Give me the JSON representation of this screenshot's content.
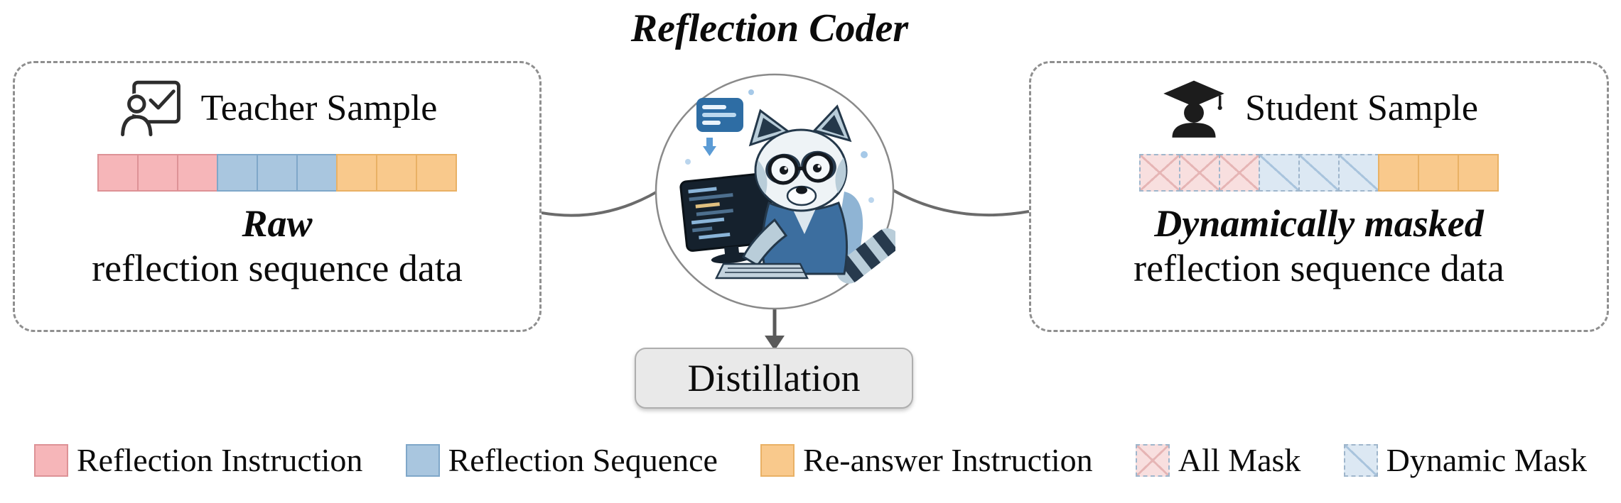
{
  "title": "Reflection Coder",
  "left_box": {
    "header": "Teacher Sample",
    "icon": "teacher-icon",
    "caption_bold": "Raw",
    "caption": "reflection sequence data",
    "sequence": [
      "reflection-instruction",
      "reflection-instruction",
      "reflection-instruction",
      "reflection-sequence",
      "reflection-sequence",
      "reflection-sequence",
      "re-answer-instruction",
      "re-answer-instruction",
      "re-answer-instruction"
    ]
  },
  "right_box": {
    "header": "Student Sample",
    "icon": "graduate-icon",
    "caption_bold": "Dynamically masked",
    "caption": "reflection sequence data",
    "sequence": [
      "all-mask",
      "all-mask",
      "all-mask",
      "dynamic-mask",
      "dynamic-mask",
      "dynamic-mask",
      "re-answer-instruction",
      "re-answer-instruction",
      "re-answer-instruction"
    ]
  },
  "center": {
    "mascot": "raccoon-coder-mascot",
    "distillation_label": "Distillation"
  },
  "legend": [
    {
      "type": "reflection-instruction",
      "label": "Reflection Instruction"
    },
    {
      "type": "reflection-sequence",
      "label": "Reflection Sequence"
    },
    {
      "type": "re-answer-instruction",
      "label": "Re-answer Instruction"
    },
    {
      "type": "all-mask",
      "label": "All Mask"
    },
    {
      "type": "dynamic-mask",
      "label": "Dynamic Mask"
    }
  ],
  "colors": {
    "pink": "#f6b6b9",
    "pink_border": "#dd9296",
    "blue": "#a9c6df",
    "blue_border": "#7fa7c9",
    "orange": "#f9c98c",
    "orange_border": "#e9b165",
    "mask_pink_bg": "#f8dfdf",
    "mask_pink_line": "#e6b5b5",
    "mask_blue_bg": "#dce8f3",
    "mask_blue_line": "#a9c4dd",
    "mask_border": "#9fb6cc"
  }
}
